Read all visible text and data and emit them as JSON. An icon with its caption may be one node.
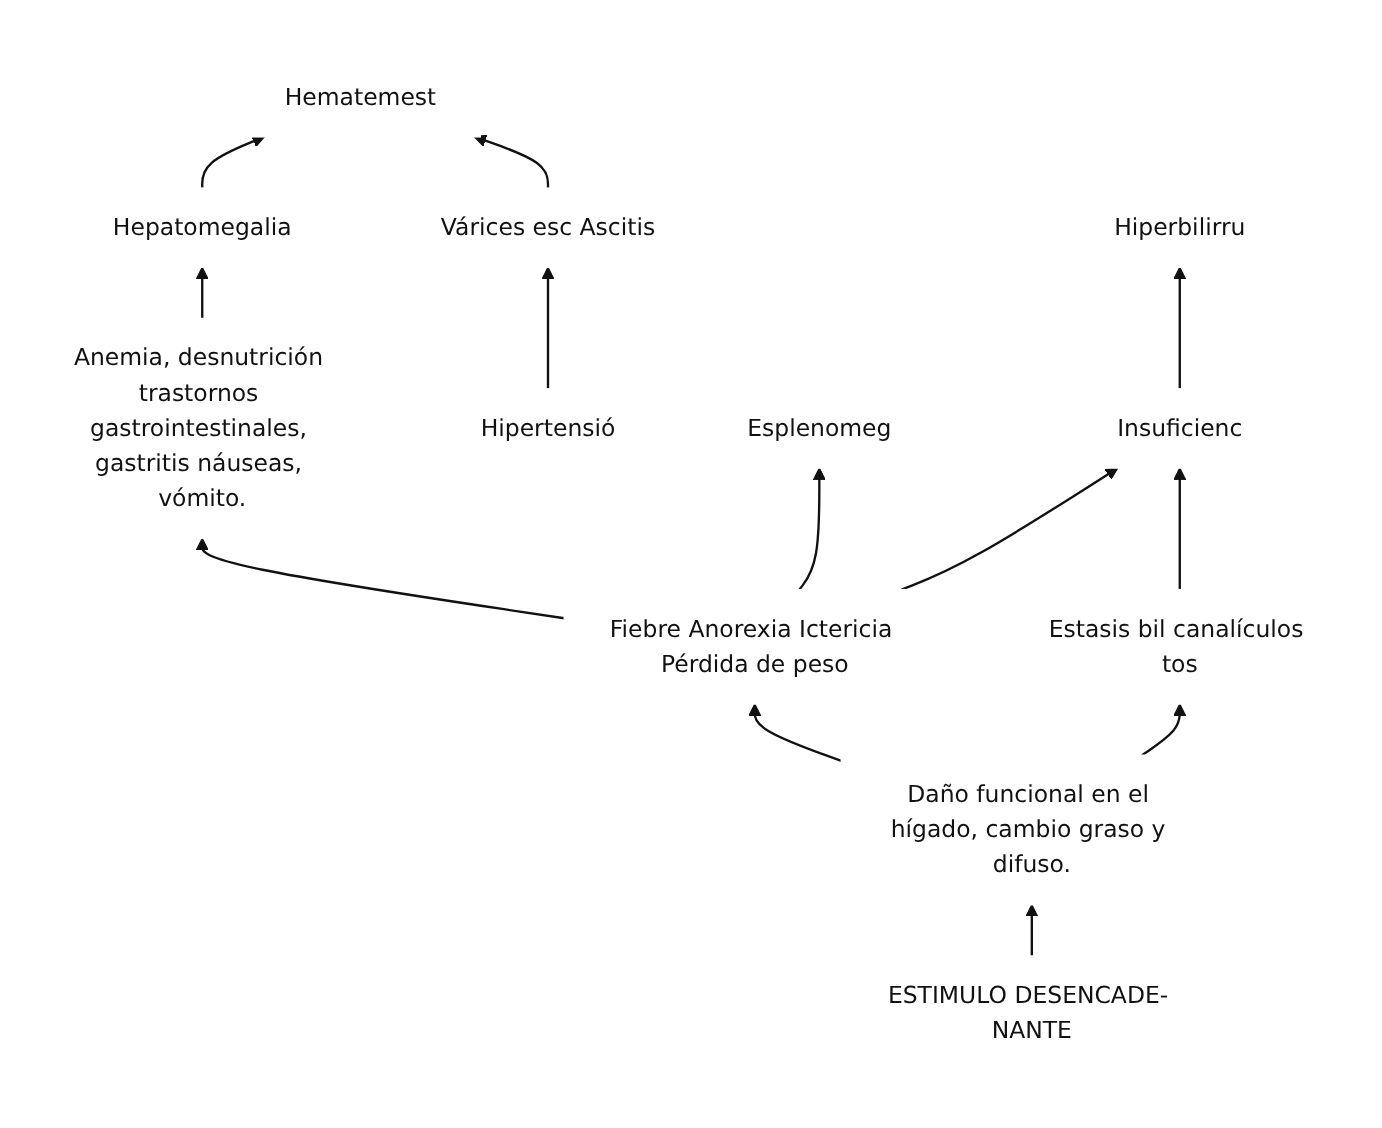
{
  "diagram": {
    "nodes": [
      {
        "text": [
          "Hepatomegalia"
        ]
      },
      {
        "text": [
          "Hematemest"
        ]
      },
      {
        "text": [
          "Anemia, desnutrición trastornos gastrointestinales, gastritis náuseas, vómito."
        ]
      },
      {
        "text": [
          "Várices esc Ascitis"
        ]
      },
      {
        "text": [
          "Hipertensió"
        ]
      },
      {
        "text": [
          "Esplenomeg"
        ]
      },
      {
        "text": [
          "Hiperbilirru"
        ]
      },
      {
        "text": [
          "Fiebre Anorexia Ictericia Pérdida de peso"
        ]
      },
      {
        "text": [
          "Insuficienc"
        ]
      },
      {
        "text": [
          "ESTIMULO DESENCADE- NANTE"
        ]
      },
      {
        "text": [
          "Daño funcional en el hígado, cambio graso y difuso."
        ]
      },
      {
        "text": [
          "Estasis bil canalículos tos"
        ]
      }
    ],
    "edges": [
      {
        "from": 0,
        "to": 1,
        "arrow": "to"
      },
      {
        "from": 2,
        "to": 0,
        "arrow": "to"
      },
      {
        "from": 3,
        "to": 1,
        "arrow": "to"
      },
      {
        "from": 4,
        "to": 3,
        "arrow": "to"
      },
      {
        "from": 7,
        "to": 2,
        "arrow": "to"
      },
      {
        "from": 7,
        "to": 5,
        "arrow": "to"
      },
      {
        "from": 8,
        "to": 6,
        "arrow": "to"
      },
      {
        "from": 7,
        "to": 8,
        "arrow": "to"
      },
      {
        "from": 10,
        "to": 7,
        "arrow": "to"
      },
      {
        "from": 11,
        "to": 8,
        "arrow": "to"
      },
      {
        "from": 9,
        "to": 10,
        "arrow": "to"
      },
      {
        "from": 10,
        "to": 11,
        "arrow": "to"
      }
    ]
  }
}
